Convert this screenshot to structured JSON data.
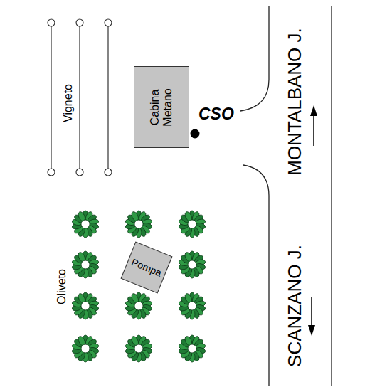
{
  "diagram": {
    "nodes": [
      {
        "text": [
          "Cabina Metano"
        ]
      },
      {
        "text": [
          "Pompa"
        ]
      }
    ],
    "labels": [
      "Vigneto",
      "CSO",
      "Oliveto",
      "MONTALBANO J.",
      "SCANZANO J."
    ]
  }
}
